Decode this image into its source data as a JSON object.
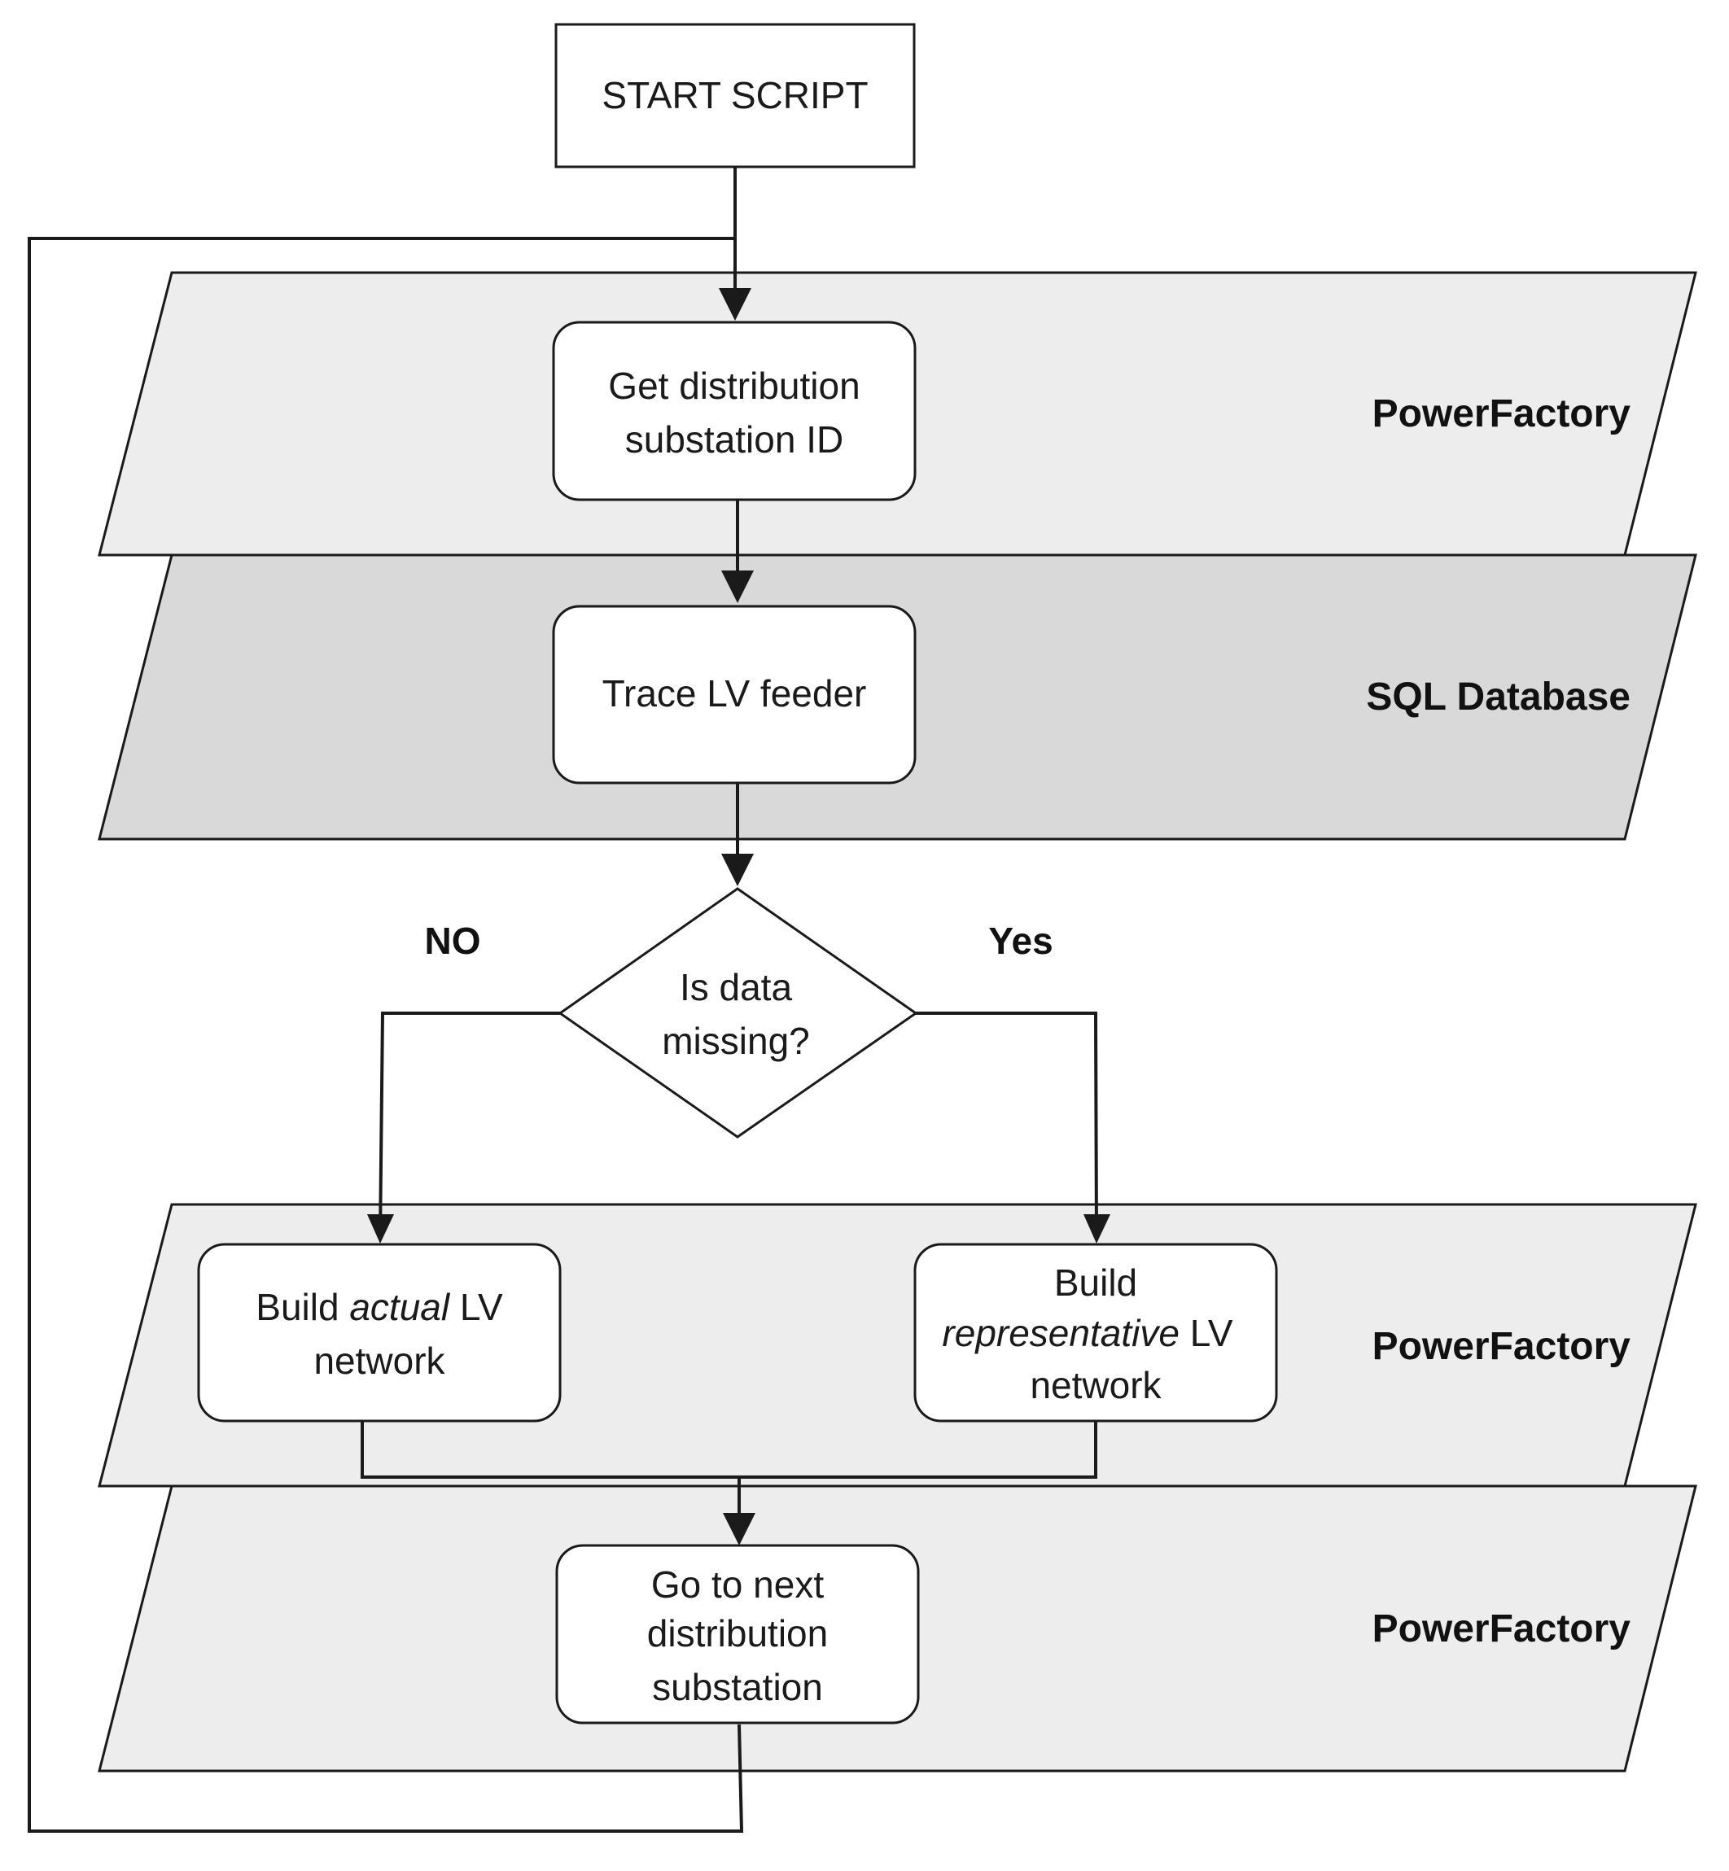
{
  "lanes": [
    {
      "label": "PowerFactory",
      "fill": "#ededed"
    },
    {
      "label": "SQL Database",
      "fill": "#d9d9d9"
    },
    {
      "label": "PowerFactory",
      "fill": "#ededed"
    },
    {
      "label": "PowerFactory",
      "fill": "#ededed"
    }
  ],
  "nodes": {
    "start": {
      "label": "START SCRIPT"
    },
    "get_id": {
      "line1": "Get distribution",
      "line2": "substation ID"
    },
    "trace": {
      "label": "Trace LV feeder"
    },
    "decision": {
      "line1": "Is data",
      "line2": "missing?"
    },
    "build_actual": {
      "line1_pre": "Build ",
      "line1_em": "actual",
      "line1_post": " LV",
      "line2": "network"
    },
    "build_repr": {
      "line1": "Build",
      "line2_em": "representative",
      "line2_post": " LV",
      "line3": "network"
    },
    "next": {
      "line1": "Go to next",
      "line2": "distribution",
      "line3": "substation"
    }
  },
  "branches": {
    "no": "NO",
    "yes": "Yes"
  },
  "colors": {
    "stroke": "#1a1a1a",
    "box_fill": "#ffffff"
  }
}
